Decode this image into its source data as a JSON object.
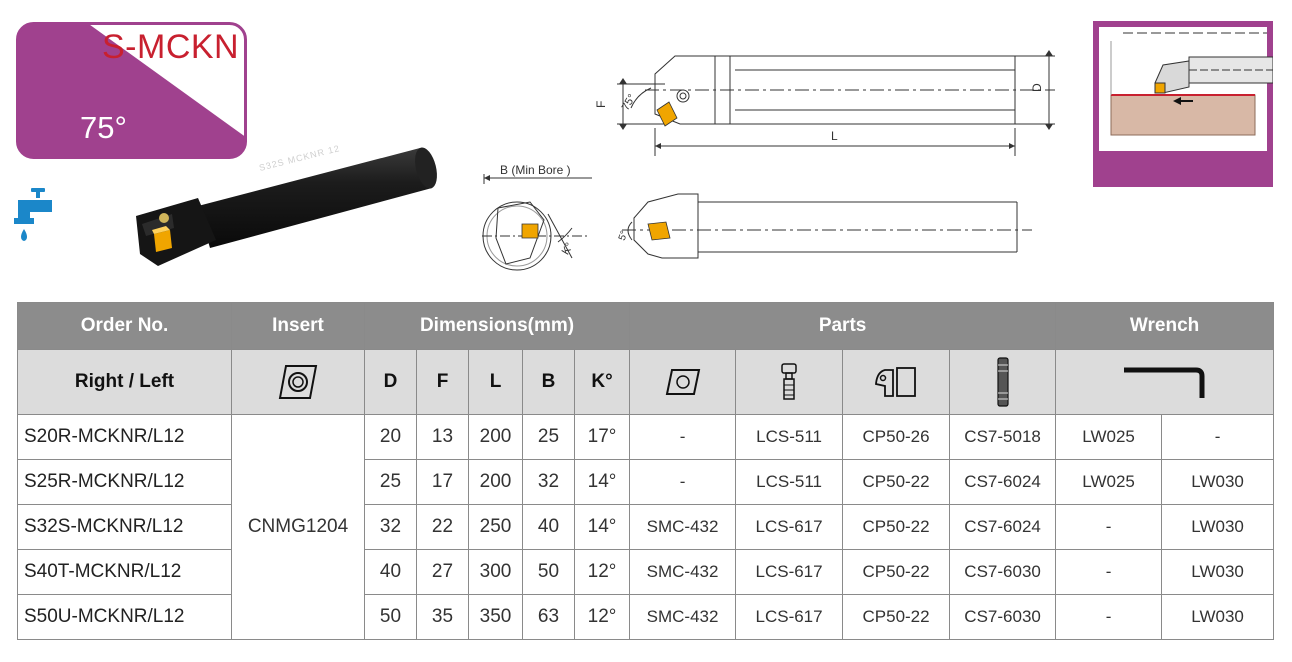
{
  "badge": {
    "title": "S-MCKN",
    "angle": "75°"
  },
  "tool": {
    "engraving": "S32S MCKNR 12"
  },
  "diagram": {
    "f_label": "F",
    "d_label": "D",
    "l_label": "L",
    "angle_label": "75°",
    "bore_label": "B (Min Bore   )",
    "k_label": "K°",
    "s_label": "5°"
  },
  "table": {
    "group_headers": {
      "order": "Order No.",
      "insert": "Insert",
      "dimensions": "Dimensions(mm)",
      "parts": "Parts",
      "wrench": "Wrench"
    },
    "sub_headers": {
      "hand": "Right / Left",
      "d": "D",
      "f": "F",
      "l": "L",
      "b": "B",
      "k": "K°"
    },
    "insert_code": "CNMG1204",
    "rows": [
      {
        "order": "S20R-MCKNR/L12",
        "d": "20",
        "f": "13",
        "l": "200",
        "b": "25",
        "k": "17°",
        "shim": "-",
        "screw": "LCS-511",
        "clamp": "CP50-26",
        "pin": "CS7-5018",
        "wrench1": "LW025",
        "wrench2": "-"
      },
      {
        "order": "S25R-MCKNR/L12",
        "d": "25",
        "f": "17",
        "l": "200",
        "b": "32",
        "k": "14°",
        "shim": "-",
        "screw": "LCS-511",
        "clamp": "CP50-22",
        "pin": "CS7-6024",
        "wrench1": "LW025",
        "wrench2": "LW030"
      },
      {
        "order": "S32S-MCKNR/L12",
        "d": "32",
        "f": "22",
        "l": "250",
        "b": "40",
        "k": "14°",
        "shim": "SMC-432",
        "screw": "LCS-617",
        "clamp": "CP50-22",
        "pin": "CS7-6024",
        "wrench1": "-",
        "wrench2": "LW030"
      },
      {
        "order": "S40T-MCKNR/L12",
        "d": "40",
        "f": "27",
        "l": "300",
        "b": "50",
        "k": "12°",
        "shim": "SMC-432",
        "screw": "LCS-617",
        "clamp": "CP50-22",
        "pin": "CS7-6030",
        "wrench1": "-",
        "wrench2": "LW030"
      },
      {
        "order": "S50U-MCKNR/L12",
        "d": "50",
        "f": "35",
        "l": "350",
        "b": "63",
        "k": "12°",
        "shim": "SMC-432",
        "screw": "LCS-617",
        "clamp": "CP50-22",
        "pin": "CS7-6030",
        "wrench1": "-",
        "wrench2": "LW030"
      }
    ]
  },
  "colors": {
    "badge": "#a0418e",
    "badge_text": "#c8202f",
    "header_dark": "#8c8c8c",
    "header_light": "#dcdcdc",
    "insert": "#f0a500",
    "tap": "#1b87c9"
  }
}
